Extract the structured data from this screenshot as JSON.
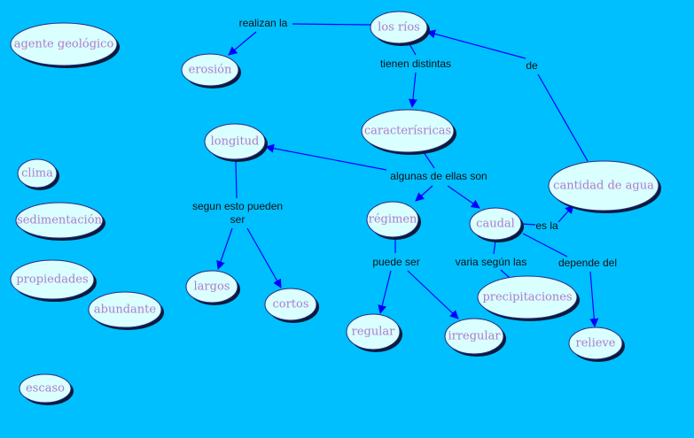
{
  "colors": {
    "background": "#00bfff",
    "node_fill": "#d9ffff",
    "node_stroke": "#2a2a7a",
    "node_text": "#b07cc8",
    "node_shadow": "#0a1a3a",
    "edge": "#0000ff",
    "link_text": "#111111"
  },
  "nodes": {
    "agente": "agente geológico",
    "erosion": "erosión",
    "rios": "los ríos",
    "caracteristicas": "caracterísricas",
    "longitud": "longitud",
    "clima": "clima",
    "sedimentacion": "sedimentación",
    "propiedades": "propiedades",
    "abundante": "abundante",
    "escaso": "escaso",
    "largos": "largos",
    "cortos": "cortos",
    "regimen": "régimen",
    "caudal": "caudal",
    "cantidad": "cantidad de agua",
    "precipitaciones": "precipitaciones",
    "regular": "regular",
    "irregular": "irregular",
    "relieve": "relieve"
  },
  "links": {
    "realizan": "realizan la",
    "tienen": "tienen distintas",
    "de": "de",
    "algunas": "algunas de ellas son",
    "segun_1": "segun esto pueden",
    "segun_2": "ser",
    "puede": "puede ser",
    "esla": "es la",
    "varia": "varia según las",
    "depende": "depende del"
  }
}
